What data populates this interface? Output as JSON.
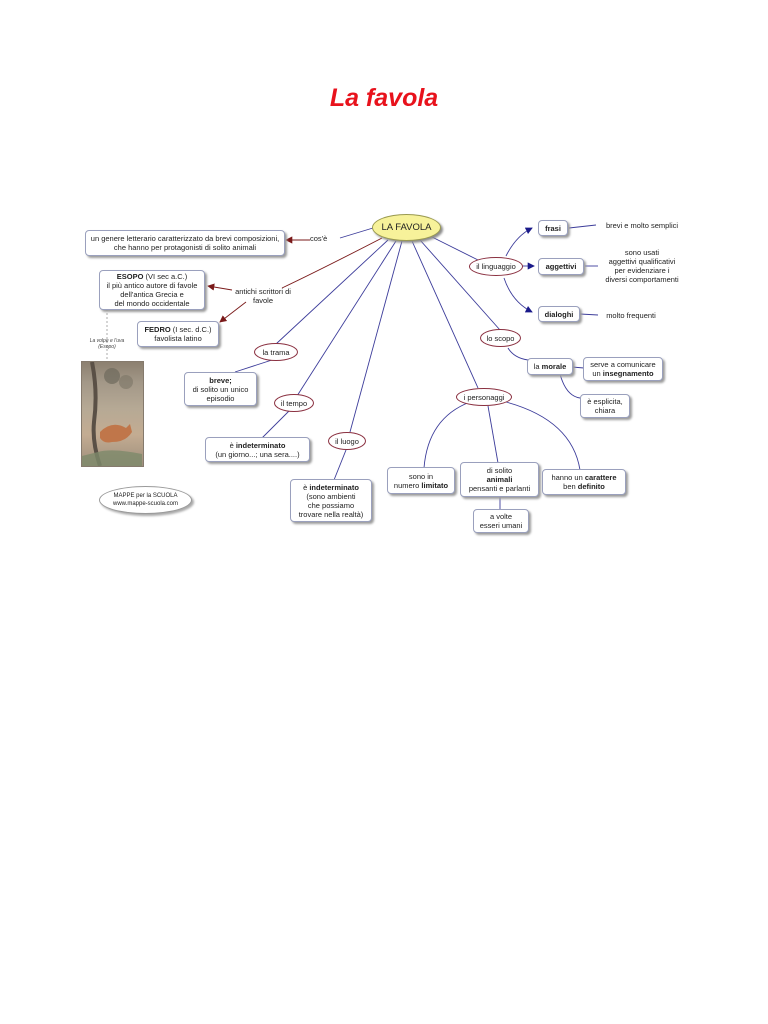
{
  "title": "La favola",
  "root": "LA FAVOLA",
  "links": {
    "cose": "cos'è",
    "antichi": [
      "antichi scrittori di",
      "favole"
    ],
    "trama": "la trama",
    "tempo": "il tempo",
    "luogo": "il luogo",
    "personaggi": "i personaggi",
    "scopo": "lo scopo",
    "linguaggio": "il linguaggio"
  },
  "definition": [
    "un genere letterario caratterizzato da brevi composizioni,",
    "che hanno per protagonisti di solito animali"
  ],
  "esopo": {
    "name": "ESOPO",
    "period": " (VI sec a.C.)",
    "lines": [
      "il più antico autore di favole",
      "dell'antica Grecia e",
      "del mondo occidentale"
    ]
  },
  "fedro": {
    "name": "FEDRO",
    "period": " (I sec. d.C.)",
    "line": "favolista latino"
  },
  "image_caption": [
    "La volpe e l'uva",
    "(Esopo)"
  ],
  "logo": [
    "MAPPE per la SCUOLA",
    "www.mappe-scuola.com"
  ],
  "trama_box": {
    "bold": "breve;",
    "lines": [
      "di solito un unico",
      "episodio"
    ]
  },
  "tempo_box": {
    "prefix": "è ",
    "bold": "indeterminato",
    "line": "(un giorno...; una sera....)"
  },
  "luogo_box": {
    "prefix": "è ",
    "bold": "indeterminato",
    "lines": [
      "(sono ambienti",
      "che possiamo",
      "trovare nella realtà)"
    ]
  },
  "personaggi_boxes": {
    "limitato": {
      "line1": "sono in",
      "line2_prefix": "numero ",
      "bold": "limitato"
    },
    "animali": {
      "line1": "di solito",
      "bold": "animali",
      "line3": "pensanti e parlanti"
    },
    "carattere": {
      "prefix": "hanno un ",
      "bold1": "carattere",
      "line2_prefix": "ben ",
      "bold2": "definito"
    },
    "umani": [
      "a volte",
      "esseri umani"
    ]
  },
  "scopo_boxes": {
    "morale": {
      "prefix": "la ",
      "bold": "morale"
    },
    "insegnamento": {
      "line1": "serve a comunicare",
      "line2_prefix": "un ",
      "bold": "insegnamento"
    },
    "esplicita": [
      "è esplicita,",
      "chiara"
    ]
  },
  "linguaggio_boxes": {
    "frasi": "frasi",
    "frasi_desc": "brevi e molto semplici",
    "aggettivi": "aggettivi",
    "aggettivi_desc": [
      "sono usati",
      "aggettivi qualificativi",
      "per evidenziare i",
      "diversi comportamenti"
    ],
    "dialoghi": "dialoghi",
    "dialoghi_desc": "molto frequenti"
  },
  "colors": {
    "title": "#e8121c",
    "root_fill": "#f7f29a",
    "edge": "#3c3c9a",
    "arrow": "#7a1a1a"
  }
}
